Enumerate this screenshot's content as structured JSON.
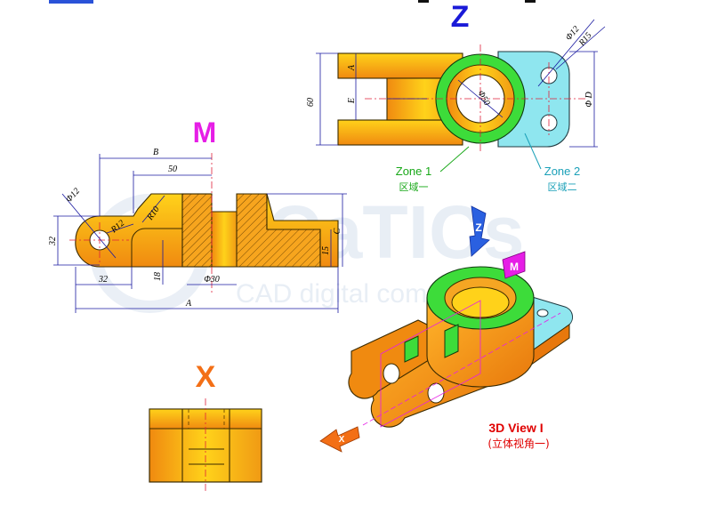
{
  "views": {
    "z_label": "Z",
    "m_label": "M",
    "x_label": "X",
    "view3d_title": "3D View I",
    "view3d_subtitle": "(立体视角一)"
  },
  "zones": {
    "zone1_label": "Zone 1",
    "zone1_cn": "区域一",
    "zone2_label": "Zone 2",
    "zone2_cn": "区域二"
  },
  "top_view_dims": {
    "d12": "Φ12",
    "r15": "R15",
    "d50": "Φ50",
    "h60": "60",
    "a": "A",
    "e": "E",
    "d": "Φ D"
  },
  "front_view_dims": {
    "b": "B",
    "w50": "50",
    "d12": "Φ12",
    "r10": "R10",
    "r12": "R12",
    "h32": "32",
    "c": "C",
    "h15": "15",
    "h18": "18",
    "w32": "32",
    "d30": "Φ30",
    "a": "A"
  },
  "watermark": {
    "brand": "CaTICs",
    "tagline": "CAD digital competition"
  },
  "arrows": {
    "z_arrow": "Z",
    "m_arrow": "M",
    "x_arrow": "X"
  },
  "colors": {
    "orange": "#f5a623",
    "yellow": "#ffd21a",
    "green": "#3ddc3a",
    "cyan": "#8fe6ef",
    "blue_letter": "#1a1ad8",
    "magenta_letter": "#e61ee6",
    "orange_letter": "#f36f16",
    "zone1_green": "#18a818",
    "zone2_cyan": "#1aa0b8",
    "title_red": "#e00000"
  }
}
